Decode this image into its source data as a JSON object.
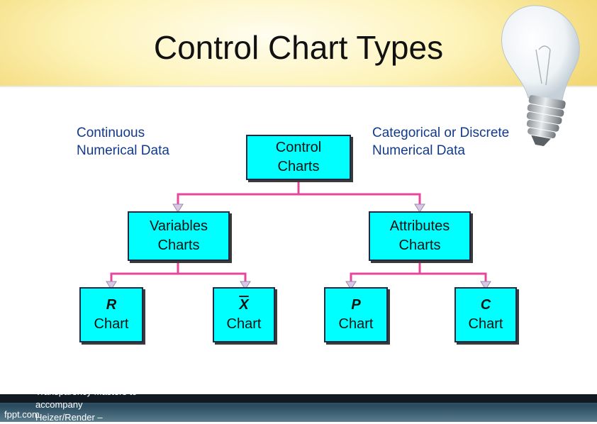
{
  "title": "Control Chart Types",
  "left_label": [
    "Continuous",
    "Numerical Data"
  ],
  "right_label": [
    "Categorical or Discrete",
    "Numerical Data"
  ],
  "root": [
    "Control",
    "Charts"
  ],
  "variables": [
    "Variables",
    "Charts"
  ],
  "attributes": [
    "Attributes",
    "Charts"
  ],
  "leaves": {
    "r": [
      "R",
      "Chart"
    ],
    "x": [
      "X",
      "Chart"
    ],
    "p": [
      "P",
      "Chart"
    ],
    "c": [
      "C",
      "Chart"
    ]
  },
  "footer": {
    "site": "fppt.com",
    "transparency": [
      "Transparency Masters to",
      "accompany",
      "Heizer/Render –"
    ]
  },
  "colors": {
    "node_fill": "#00ffff",
    "connector": "#e8459c",
    "label_text": "#123a8c"
  }
}
